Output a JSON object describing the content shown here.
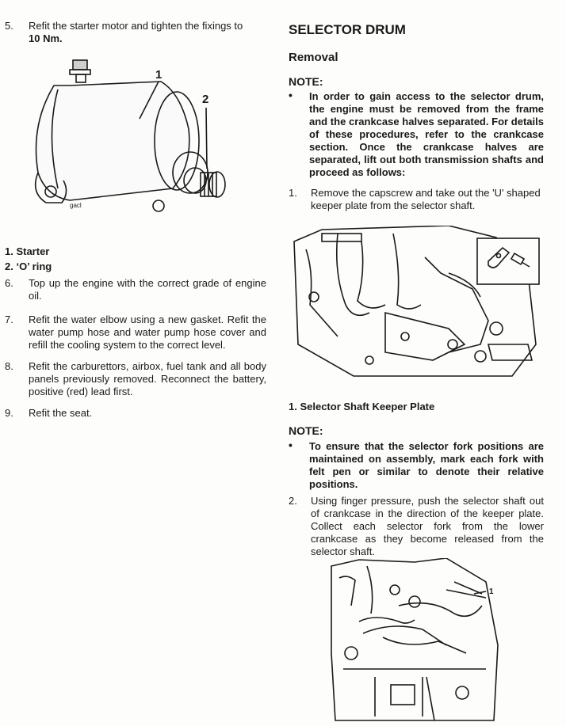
{
  "left": {
    "step5": {
      "num": "5.",
      "text": "Refit the starter motor and tighten the fixings to",
      "torque": "10 Nm."
    },
    "figure1": {
      "callout1": "1",
      "callout2": "2",
      "code": "gacl"
    },
    "legend": {
      "item1": "1. Starter",
      "item2": "2. ‘O’ ring"
    },
    "step6": {
      "num": "6.",
      "text": "Top up the engine with the correct grade of engine oil."
    },
    "step7": {
      "num": "7.",
      "text": "Refit the water elbow using a new gasket.  Refit the water pump hose and water pump hose cover and refill the cooling system to the correct level."
    },
    "step8": {
      "num": "8.",
      "text": "Refit the carburettors, airbox, fuel tank and all body panels previously removed.  Reconnect the battery, positive (red) lead first."
    },
    "step9": {
      "num": "9.",
      "text": "Refit the seat."
    }
  },
  "right": {
    "section_title": "SELECTOR DRUM",
    "subsection": "Removal",
    "note1": {
      "heading": "NOTE:",
      "bullet": "•",
      "text": "In order to gain access to the selector drum, the engine must be removed from the frame and the crankcase halves separated.  For details of these procedures, refer to the crankcase section.  Once the crankcase halves are separated, lift out both transmission shafts and proceed as follows:"
    },
    "step1": {
      "num": "1.",
      "text": "Remove the capscrew and take out the 'U' shaped keeper plate from the selector shaft."
    },
    "figure2_caption": "1. Selector Shaft Keeper Plate",
    "note2": {
      "heading": "NOTE:",
      "bullet": "•",
      "text": "To ensure that the selector fork positions are maintained on assembly, mark each fork with felt pen or similar to denote their relative positions."
    },
    "step2": {
      "num": "2.",
      "text": "Using finger pressure, push the selector shaft out of crankcase in the direction of the keeper plate. Collect each selector fork from the lower crankcase as they become released from the selector shaft."
    },
    "figure3": {
      "callout1": "1"
    }
  }
}
